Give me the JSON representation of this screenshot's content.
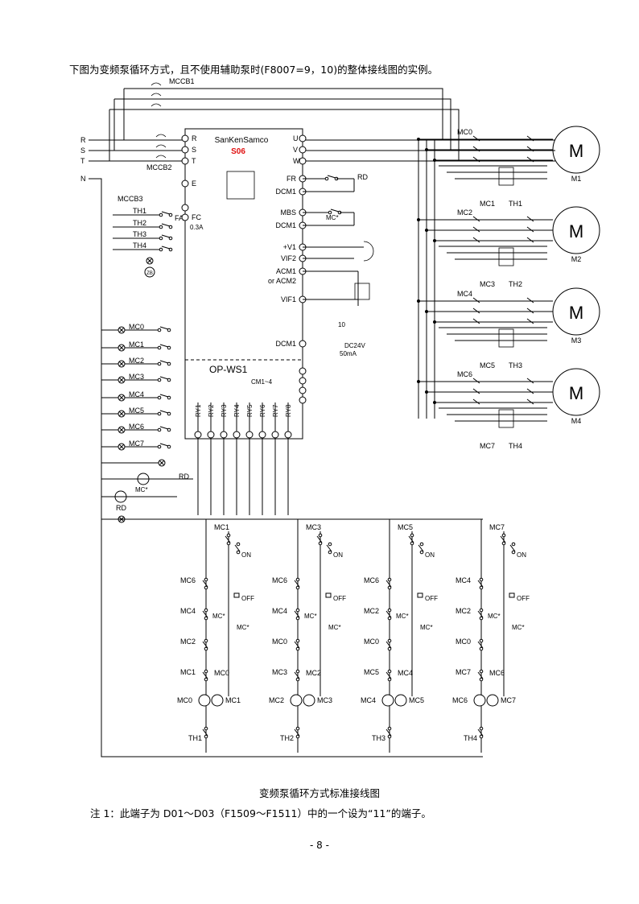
{
  "intro": "下图为变频泵循环方式，且不使用辅助泵时(F8007=9，10)的整体接线图的实例。",
  "caption": "变频泵循环方式标准接线图",
  "note": "注 1：此端子为 D01～D03（F1509～F1511）中的一个设为“11”的端子。",
  "page_number": "- 8 -",
  "inverter": {
    "brand": "SanKenSamco",
    "model": "S06",
    "option_board": "OP-WS1",
    "input_terminals": [
      "R",
      "S",
      "T",
      "E",
      "FA",
      "FC"
    ],
    "output_terminals": [
      "U",
      "V",
      "W"
    ],
    "control_terminals": [
      "FR",
      "DCM1",
      "MBS",
      "DCM1",
      "+V1",
      "VIF2",
      "ACM1",
      "or ACM2",
      "VIF1",
      "DCM1"
    ],
    "cm_label": "CM1~4",
    "relay_outputs": [
      "RY1",
      "RY2",
      "RY3",
      "RY4",
      "RY5",
      "RY6",
      "RY7",
      "RY8"
    ],
    "fc_rating": "0.3A",
    "supply": "DC24V",
    "supply_current": "50mA"
  },
  "breakers": [
    "MCCB1",
    "MCCB2",
    "MCCB3"
  ],
  "lines": [
    "R",
    "S",
    "T",
    "N"
  ],
  "thermal": [
    "TH1",
    "TH2",
    "TH3",
    "TH4"
  ],
  "motors": [
    {
      "symbol": "M",
      "name": "M1",
      "contactors": [
        "MC0",
        "MC1"
      ],
      "thermal": "TH1"
    },
    {
      "symbol": "M",
      "name": "M2",
      "contactors": [
        "MC2",
        "MC3"
      ],
      "thermal": "TH2"
    },
    {
      "symbol": "M",
      "name": "M3",
      "contactors": [
        "MC4",
        "MC5"
      ],
      "thermal": "TH3"
    },
    {
      "symbol": "M",
      "name": "M4",
      "contactors": [
        "MC6",
        "MC7"
      ],
      "thermal": "TH4"
    }
  ],
  "lamps": [
    "MC0",
    "MC1",
    "MC2",
    "MC3",
    "MC4",
    "MC5",
    "MC6",
    "MC7"
  ],
  "misc_labels": {
    "rd": "RD",
    "mc_star": "MC*",
    "zb": "ZB",
    "on": "ON",
    "off": "OFF",
    "ten": "10"
  },
  "ladders": [
    {
      "top": "MC1",
      "left": [
        "MC6",
        "MC4",
        "MC2",
        "MC1"
      ],
      "right": "MC0",
      "coils": [
        "MC0",
        "MC1"
      ],
      "th": "TH1"
    },
    {
      "top": "MC3",
      "left": [
        "MC6",
        "MC4",
        "MC0",
        "MC3"
      ],
      "right": "MC2",
      "coils": [
        "MC2",
        "MC3"
      ],
      "th": "TH2"
    },
    {
      "top": "MC5",
      "left": [
        "MC6",
        "MC2",
        "MC0",
        "MC5"
      ],
      "right": "MC4",
      "coils": [
        "MC4",
        "MC5"
      ],
      "th": "TH3"
    },
    {
      "top": "MC7",
      "left": [
        "MC4",
        "MC2",
        "MC0",
        "MC7"
      ],
      "right": "MC6",
      "coils": [
        "MC6",
        "MC7"
      ],
      "th": "TH4"
    }
  ]
}
